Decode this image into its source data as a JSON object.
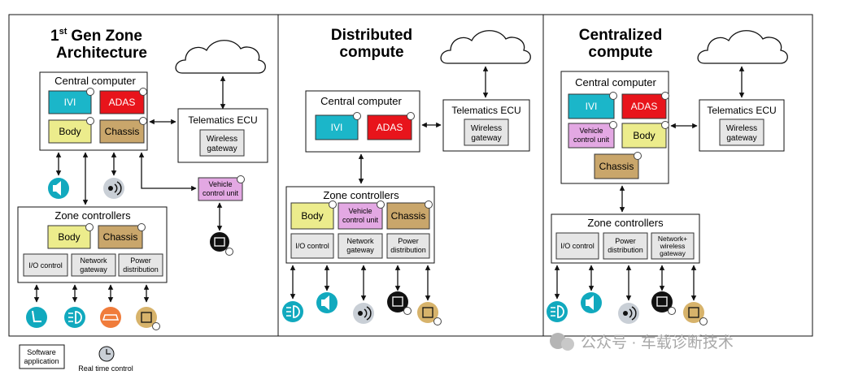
{
  "panels": {
    "zone": {
      "title_main": "Gen Zone",
      "title_ordinal_num": "1",
      "title_ordinal_sup": "st",
      "title_line2": "Architecture"
    },
    "distributed": {
      "title_line1": "Distributed",
      "title_line2": "compute"
    },
    "centralized": {
      "title_line1": "Centralized",
      "title_line2": "compute"
    }
  },
  "labels": {
    "central_computer": "Central computer",
    "zone_controllers": "Zone controllers",
    "telematics_ecu": "Telematics ECU",
    "wireless": "Wireless",
    "gateway": "gateway",
    "ivi": "IVI",
    "adas": "ADAS",
    "body": "Body",
    "chassis": "Chassis",
    "vehicle": "Vehicle",
    "control_unit": "control unit",
    "io_control": "I/O control",
    "network": "Network",
    "power": "Power",
    "distribution": "distribution",
    "network_plus": "Network+",
    "wireless_lc": "wireless"
  },
  "legend": {
    "software_line1": "Software",
    "software_line2": "application",
    "real_time": "Real time control"
  },
  "watermark": "公众号 · 车载诊断技术",
  "colors": {
    "ivi": "#1bb6c9",
    "adas": "#e8141b",
    "body": "#ecec8c",
    "chassis": "#c9a66b",
    "vehicle": "#e3a8e3",
    "gray_box": "#e6e6e6",
    "teal_icon": "#11a9be",
    "orange_icon": "#f07c3b",
    "tan_icon": "#d7b36b"
  }
}
